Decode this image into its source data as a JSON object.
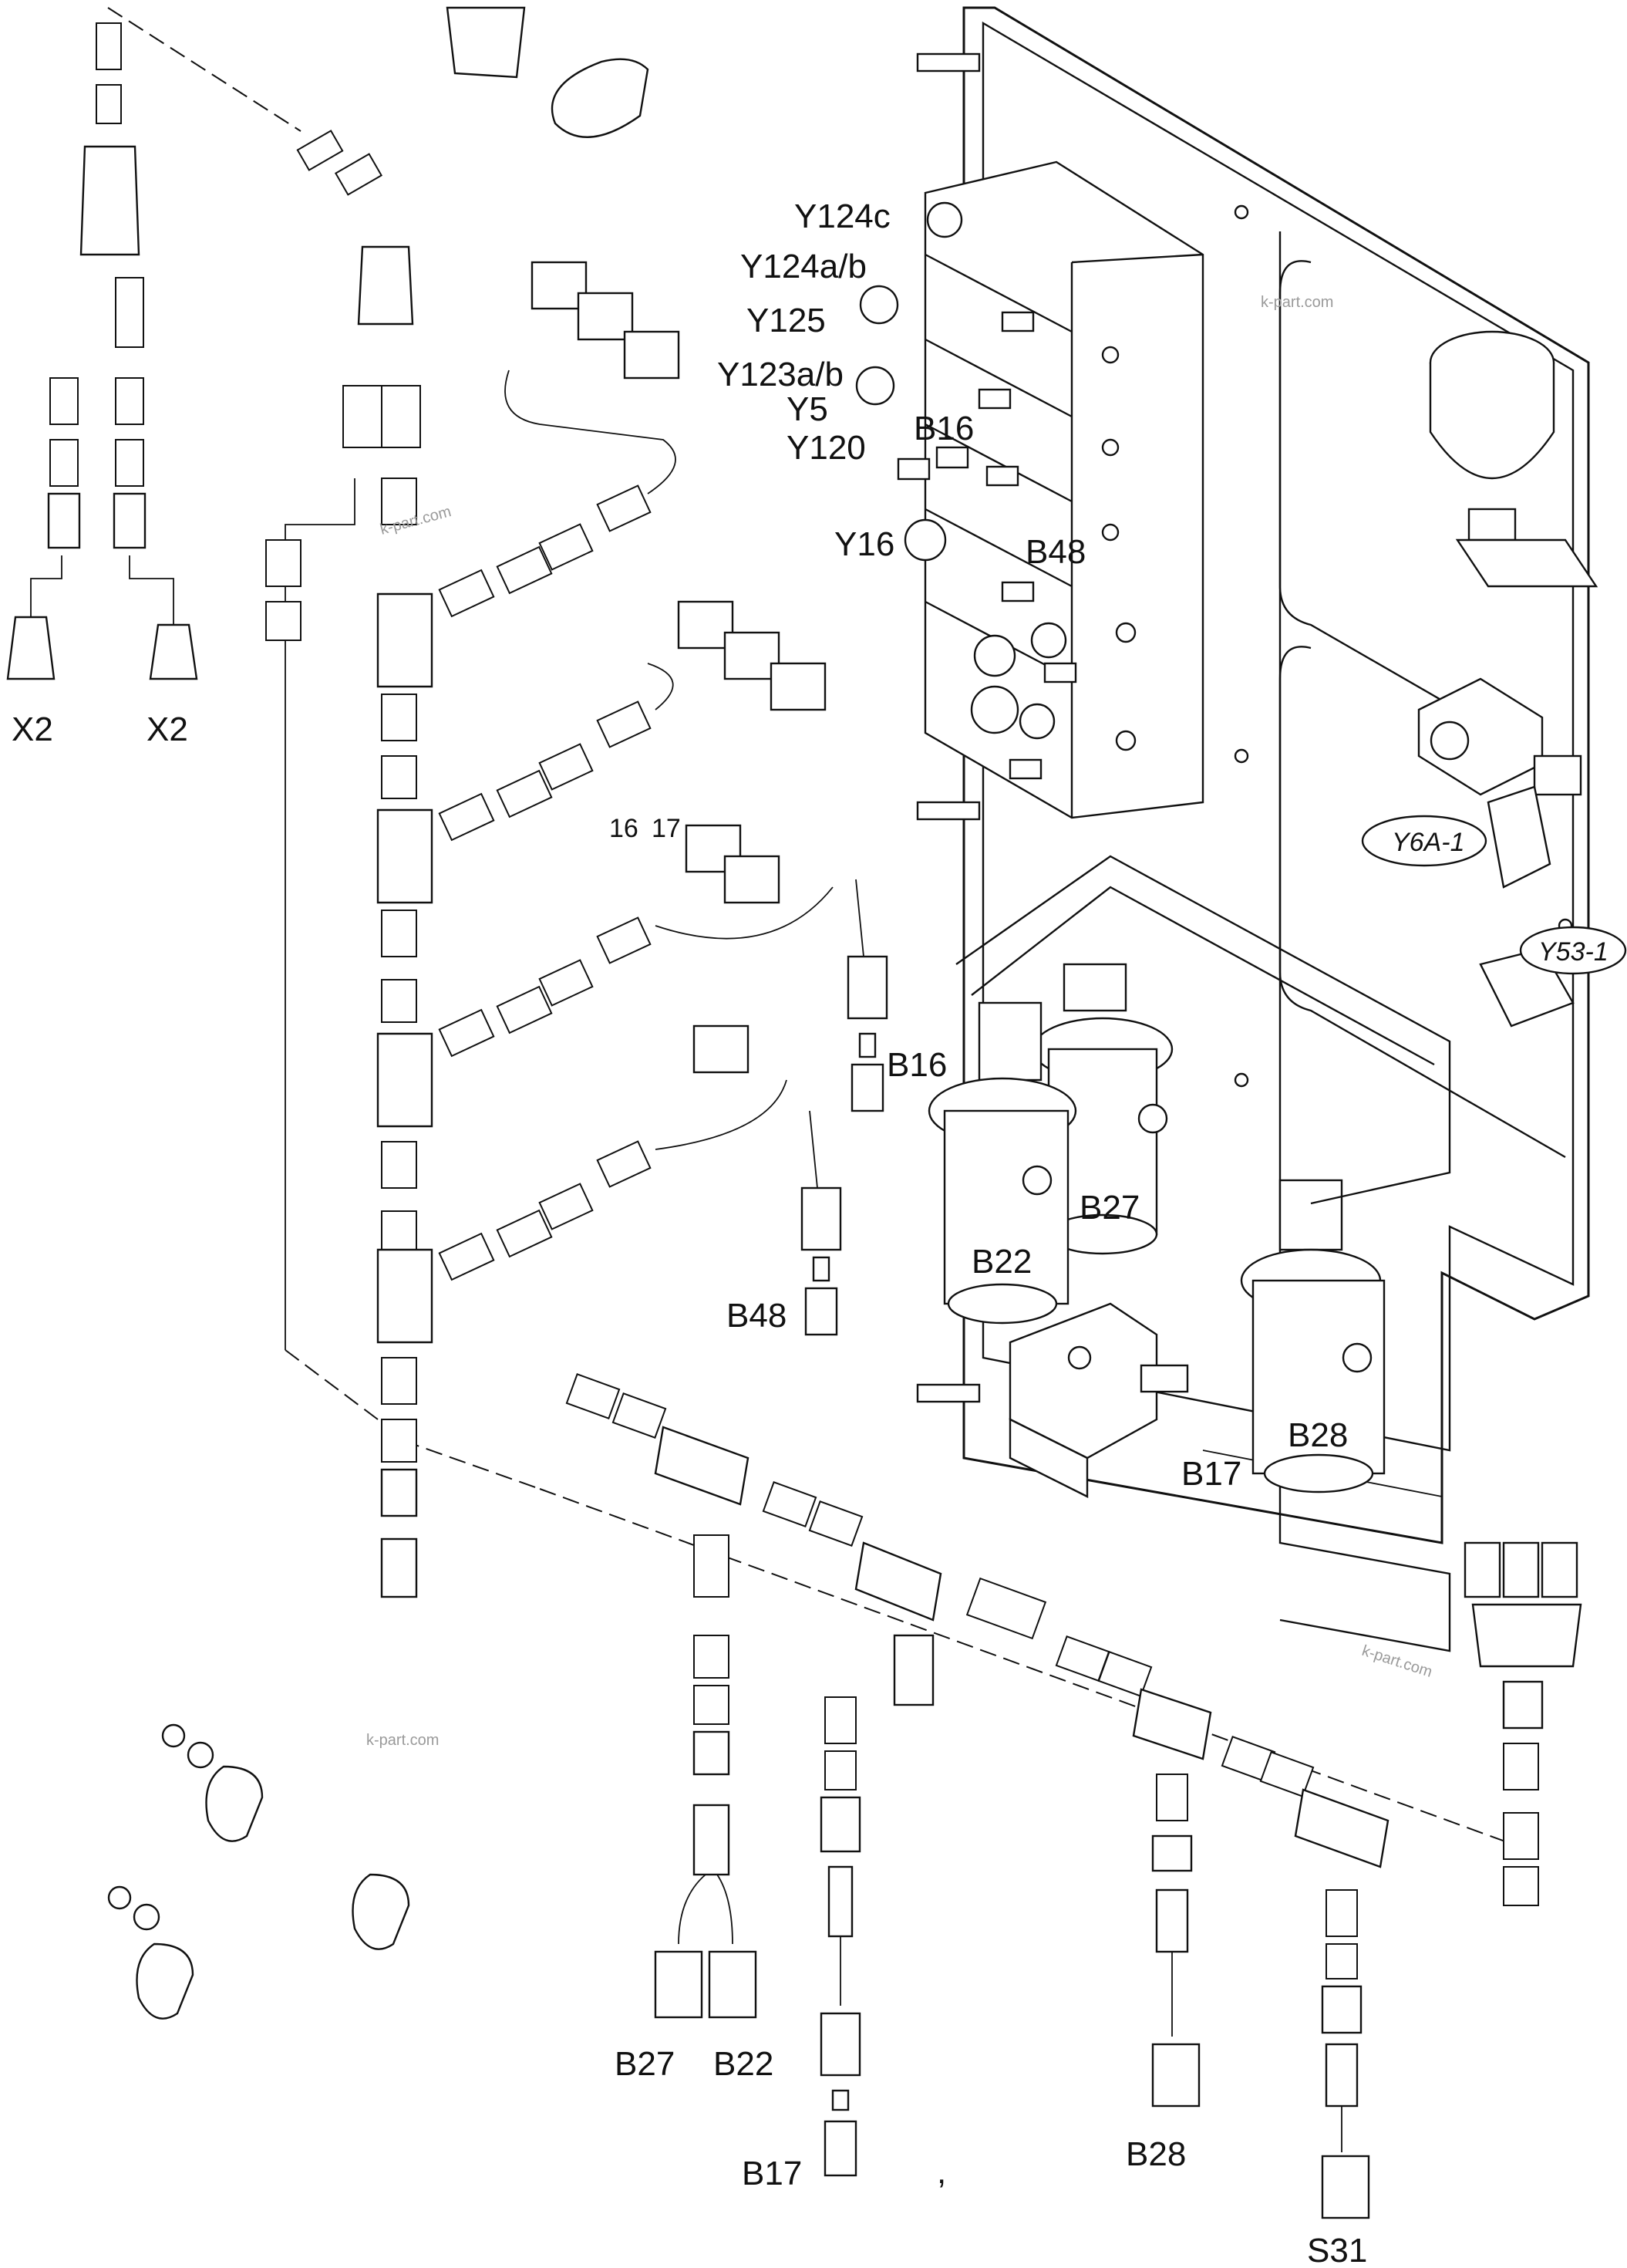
{
  "labels": {
    "x2_left": "X2",
    "x2_right": "X2",
    "y124c": "Y124c",
    "y124ab": "Y124a/b",
    "y125": "Y125",
    "y123ab": "Y123a/b",
    "y5": "Y5",
    "b16_top": "B16",
    "y120": "Y120",
    "y16": "Y16",
    "b48_top": "B48",
    "y6a1": "Y6A-1",
    "y53_1": "Y53-1",
    "n16": "16",
    "n17": "17",
    "b16_mid": "B16",
    "b27_filter": "B27",
    "b22_filter": "B22",
    "b48_mid": "B48",
    "b28_filter": "B28",
    "b17_mid": "B17",
    "b27_bottom": "B27",
    "b22_bottom": "B22",
    "b17_bottom": "B17",
    "b28_bottom": "B28",
    "s31": "S31",
    "comma": ","
  },
  "watermarks": {
    "top_right": "k-part.com",
    "upper_left": "k-part.com",
    "lower_left": "k-part.com",
    "lower_right": "k-part.com"
  }
}
